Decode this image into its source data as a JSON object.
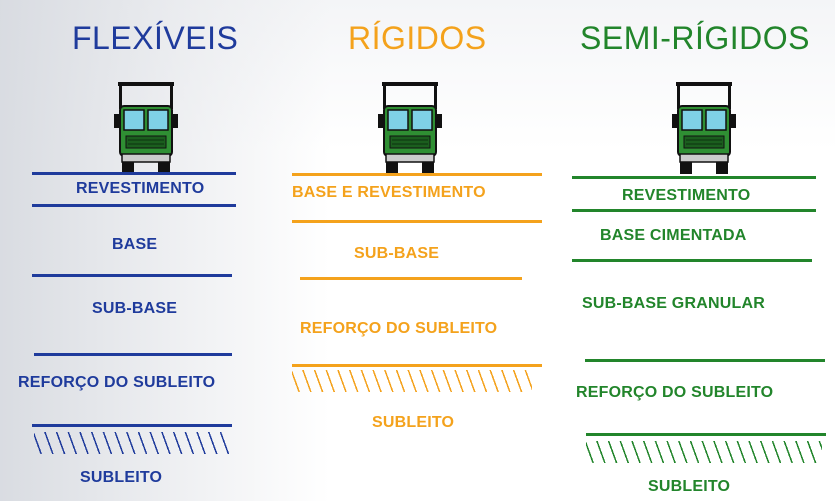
{
  "colors": {
    "flexible": "#1f3b9c",
    "rigid": "#f4a21c",
    "semi": "#22852b"
  },
  "icon": "truck-front-icon",
  "columns": {
    "flexiveis": {
      "title": "FLEXÍVEIS",
      "layers": [
        "REVESTIMENTO",
        "BASE",
        "SUB-BASE",
        "REFORÇO DO SUBLEITO",
        "SUBLEITO"
      ]
    },
    "rigidos": {
      "title": "RÍGIDOS",
      "layers": [
        "BASE E REVESTIMENTO",
        "SUB-BASE",
        "REFORÇO DO SUBLEITO",
        "SUBLEITO"
      ]
    },
    "semi": {
      "title": "SEMI-RÍGIDOS",
      "layers": [
        "REVESTIMENTO",
        "BASE CIMENTADA",
        "SUB-BASE GRANULAR",
        "REFORÇO DO SUBLEITO",
        "SUBLEITO"
      ]
    }
  }
}
